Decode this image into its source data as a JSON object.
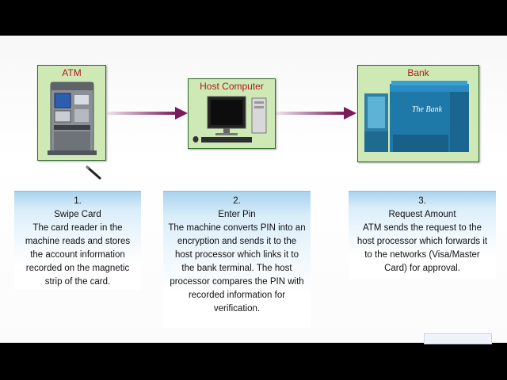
{
  "nodes": {
    "atm": {
      "title": "ATM"
    },
    "host": {
      "title": "Host Computer"
    },
    "bank": {
      "title": "Bank",
      "sign": "The Bank"
    }
  },
  "steps": [
    {
      "number": "1.",
      "title": "Swipe Card",
      "description": "The card reader in the machine reads and stores the account information recorded on the magnetic strip of the card."
    },
    {
      "number": "2.",
      "title": "Enter Pin",
      "description": "The machine converts PIN into an encryption and sends it to the host processor which links it to the bank terminal. The host processor compares the PIN with recorded information for verification."
    },
    {
      "number": "3.",
      "title": "Request Amount",
      "description": "ATM sends the request to the host processor which forwards it to the networks (Visa/Master Card) for approval."
    }
  ],
  "colors": {
    "node_fill": "#cfe9b6",
    "node_border": "#2f6b2a",
    "node_title": "#b01818",
    "arrow": "#7a1a5a",
    "box_top": "#a9d3ee"
  }
}
